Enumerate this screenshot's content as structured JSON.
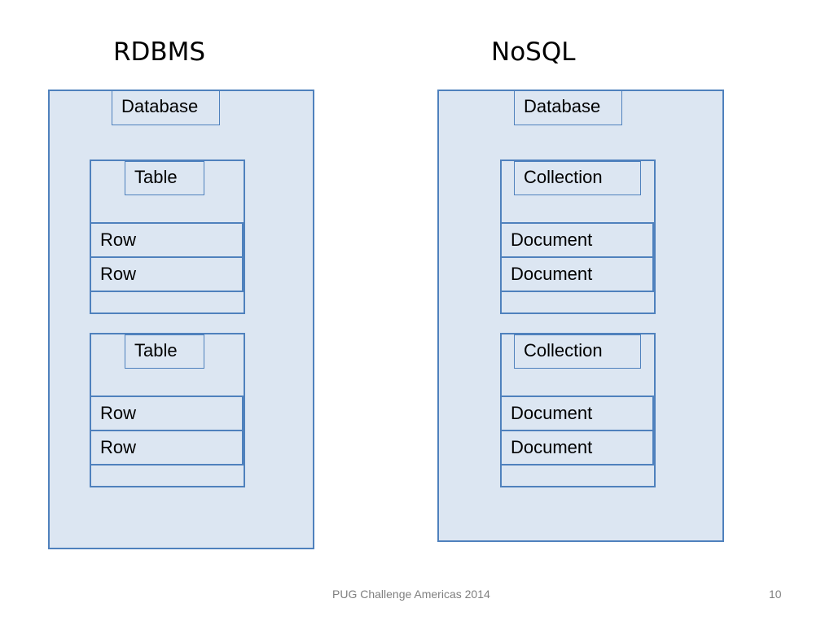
{
  "rdbms": {
    "title": "RDBMS",
    "database_label": "Database",
    "tables": [
      {
        "label": "Table",
        "rows": [
          "Row",
          "Row"
        ]
      },
      {
        "label": "Table",
        "rows": [
          "Row",
          "Row"
        ]
      }
    ]
  },
  "nosql": {
    "title": "NoSQL",
    "database_label": "Database",
    "collections": [
      {
        "label": "Collection",
        "documents": [
          "Document",
          "Document"
        ]
      },
      {
        "label": "Collection",
        "documents": [
          "Document",
          "Document"
        ]
      }
    ]
  },
  "footer": {
    "text": "PUG Challenge Americas 2014",
    "page_number": "10"
  },
  "colors": {
    "box_fill": "#dce6f2",
    "box_border": "#4f81bd",
    "footer_text": "#7f7f7f"
  }
}
